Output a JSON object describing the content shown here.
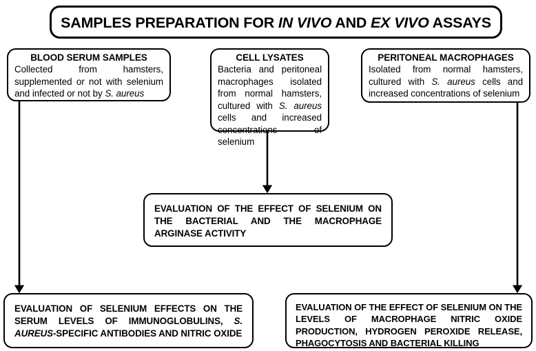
{
  "figure": {
    "type": "flowchart",
    "title": "SAMPLES PREPARATION FOR IN VIVO AND EX VIVO ASSAYS",
    "title_parts": [
      {
        "text": "SAMPLES PREPARATION FOR ",
        "italic": false
      },
      {
        "text": "IN VIVO",
        "italic": true
      },
      {
        "text": " AND ",
        "italic": false
      },
      {
        "text": "EX VIVO",
        "italic": true
      },
      {
        "text": " ASSAYS",
        "italic": false
      }
    ],
    "line_color": "#000000",
    "background_color": "#ffffff"
  },
  "nodes": {
    "blood_serum": {
      "heading": "BLOOD SERUM SAMPLES",
      "body_plain": "Collected from hamsters, supplemented or not with selenium and infected or not by S. aureus",
      "body_parts": [
        {
          "text": "Collected from hamsters, supplemented or not with selenium and infected or not by ",
          "italic": false
        },
        {
          "text": "S. aureus",
          "italic": true
        }
      ]
    },
    "cell_lysates": {
      "heading": "CELL LYSATES",
      "body_plain": "Bacteria and peritoneal macrophages isolated from normal hamsters, cultured with S. aureus cells and increased concentrations of selenium",
      "body_parts": [
        {
          "text": "Bacteria and peritoneal macrophages isolated from normal hamsters, cultured with ",
          "italic": false
        },
        {
          "text": "S. aureus",
          "italic": true
        },
        {
          "text": " cells and increased concentrations of selenium",
          "italic": false
        }
      ]
    },
    "peritoneal_macrophages": {
      "heading": "PERITONEAL MACROPHAGES",
      "body_plain": "Isolated from normal hamsters, cultured with S. aureus cells and increased concentrations of selenium",
      "body_parts": [
        {
          "text": "Isolated from normal hamsters, cultured with ",
          "italic": false
        },
        {
          "text": "S. aureus",
          "italic": true
        },
        {
          "text": " cells and increased concentrations of selenium",
          "italic": false
        }
      ]
    },
    "arginase_evaluation": {
      "text_plain": "EVALUATION OF THE EFFECT OF SELENIUM ON THE BACTERIAL AND THE MACROPHAGE ARGINASE ACTIVITY",
      "text_parts": [
        {
          "text": "EVALUATION OF THE EFFECT OF SELENIUM ON THE BACTERIAL AND THE MACROPHAGE ARGINASE ACTIVITY",
          "italic": false
        }
      ]
    },
    "serum_evaluation": {
      "text_plain": "EVALUATION OF SELENIUM EFFECTS ON THE SERUM LEVELS OF IMMUNOGLOBULINS, S. AUREUS-SPECIFIC ANTIBODIES AND NITRIC OXIDE",
      "text_parts": [
        {
          "text": "EVALUATION OF SELENIUM EFFECTS ON THE SERUM LEVELS OF IMMUNOGLOBULINS, ",
          "italic": false
        },
        {
          "text": "S. AUREUS",
          "italic": true
        },
        {
          "text": "-SPECIFIC ANTIBODIES AND NITRIC OXIDE",
          "italic": false
        }
      ]
    },
    "macrophage_evaluation": {
      "text_plain": "EVALUATION OF THE EFFECT OF SELENIUM ON THE LEVELS OF MACROPHAGE NITRIC OXIDE PRODUCTION, HYDROGEN PEROXIDE RELEASE, PHAGOCYTOSIS AND BACTERIAL KILLING",
      "text_parts": [
        {
          "text": "EVALUATION OF THE EFFECT OF SELENIUM ON THE LEVELS OF MACROPHAGE NITRIC OXIDE PRODUCTION, HYDROGEN PEROXIDE RELEASE, PHAGOCYTOSIS AND BACTERIAL KILLING",
          "italic": false
        }
      ]
    }
  },
  "edges": [
    {
      "from": "blood_serum",
      "to": "serum_evaluation",
      "style": "straight-arrow-down"
    },
    {
      "from": "cell_lysates",
      "to": "arginase_evaluation",
      "style": "straight-arrow-down"
    },
    {
      "from": "peritoneal_macrophages",
      "to": "macrophage_evaluation",
      "style": "straight-arrow-down"
    }
  ]
}
